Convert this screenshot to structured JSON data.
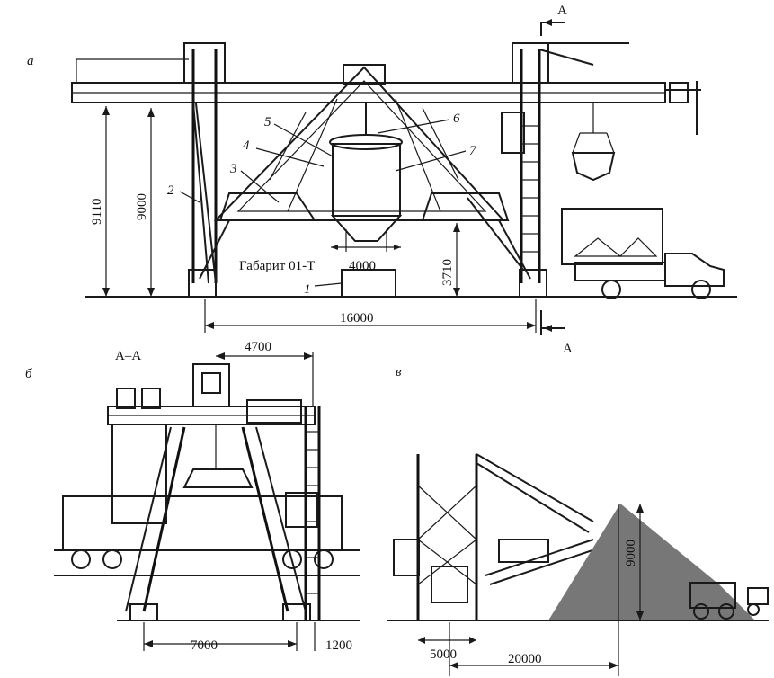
{
  "views": {
    "a": {
      "letter": "а"
    },
    "b": {
      "letter": "б",
      "section": "А–А"
    },
    "c": {
      "letter": "в"
    }
  },
  "section_marker": "А",
  "part_numbers": [
    "1",
    "2",
    "3",
    "4",
    "5",
    "6",
    "7"
  ],
  "gauge_label": "Габарит 01-Т",
  "dimensions": {
    "a_height_total": "9110",
    "a_height_clear": "9000",
    "a_gauge_width": "4000",
    "a_height_platform": "3710",
    "a_span": "16000",
    "b_top": "4700",
    "b_span": "7000",
    "b_right": "1200",
    "c_height": "9000",
    "c_base": "5000",
    "c_reach": "20000"
  }
}
